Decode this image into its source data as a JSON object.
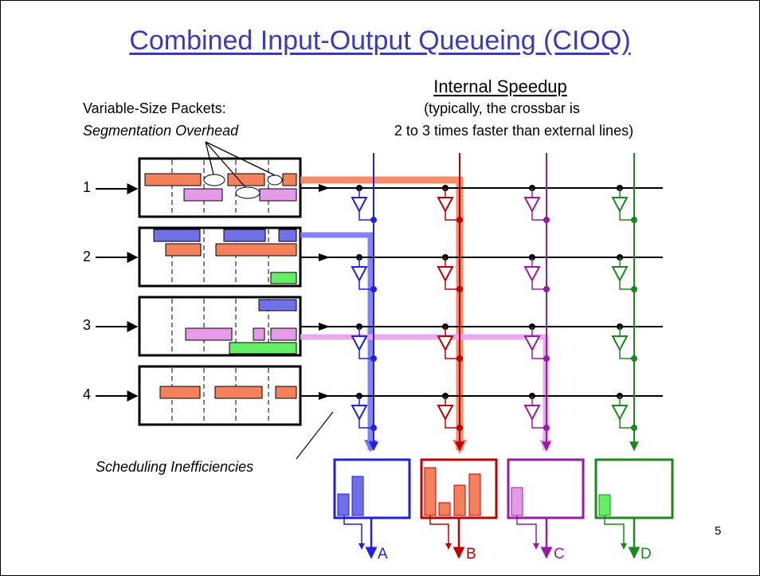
{
  "slide": {
    "title": "Combined Input-Output Queueing (CIOQ)",
    "speedup_heading": "Internal Speedup",
    "speedup_line1": "(typically, the crossbar is",
    "speedup_line2": "2 to 3 times faster than external lines)",
    "packets_label": "Variable-Size Packets:",
    "segmentation_label": "Segmentation Overhead",
    "scheduling_label": "Scheduling Inefficiencies",
    "page_number": "5"
  },
  "inputs": [
    "1",
    "2",
    "3",
    "4"
  ],
  "outputs": [
    {
      "label": "A",
      "color": "#1f1fe6",
      "fill": "#6f6fe8"
    },
    {
      "label": "B",
      "color": "#c00000",
      "fill": "#f5805c"
    },
    {
      "label": "C",
      "color": "#9a1aa8",
      "fill": "#e59ae8"
    },
    {
      "label": "D",
      "color": "#1a8a1a",
      "fill": "#66ee66"
    }
  ],
  "colors": {
    "blue": "#1f1fe6",
    "red": "#c00000",
    "purple": "#9a1aa8",
    "green": "#1a8a1a",
    "title_blue": "#3b3bb5"
  },
  "icon_names": [
    "arrow-right-icon",
    "buffer-triangle-icon",
    "crosspoint-dot-icon",
    "arrow-down-icon"
  ]
}
